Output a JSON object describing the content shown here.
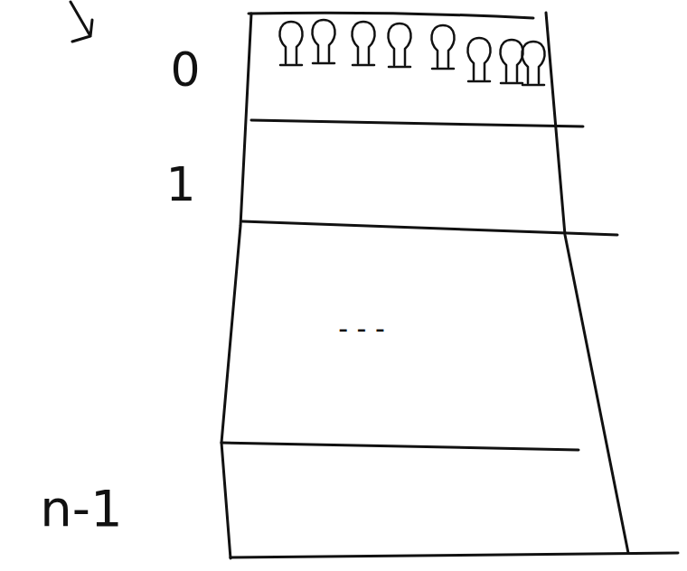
{
  "diagram": {
    "nodes": [
      {
        "text": [
          "0"
        ]
      },
      {
        "text": [
          "1"
        ]
      },
      {
        "text": [
          "- - -"
        ]
      },
      {
        "text": [
          "n-1"
        ]
      }
    ]
  }
}
